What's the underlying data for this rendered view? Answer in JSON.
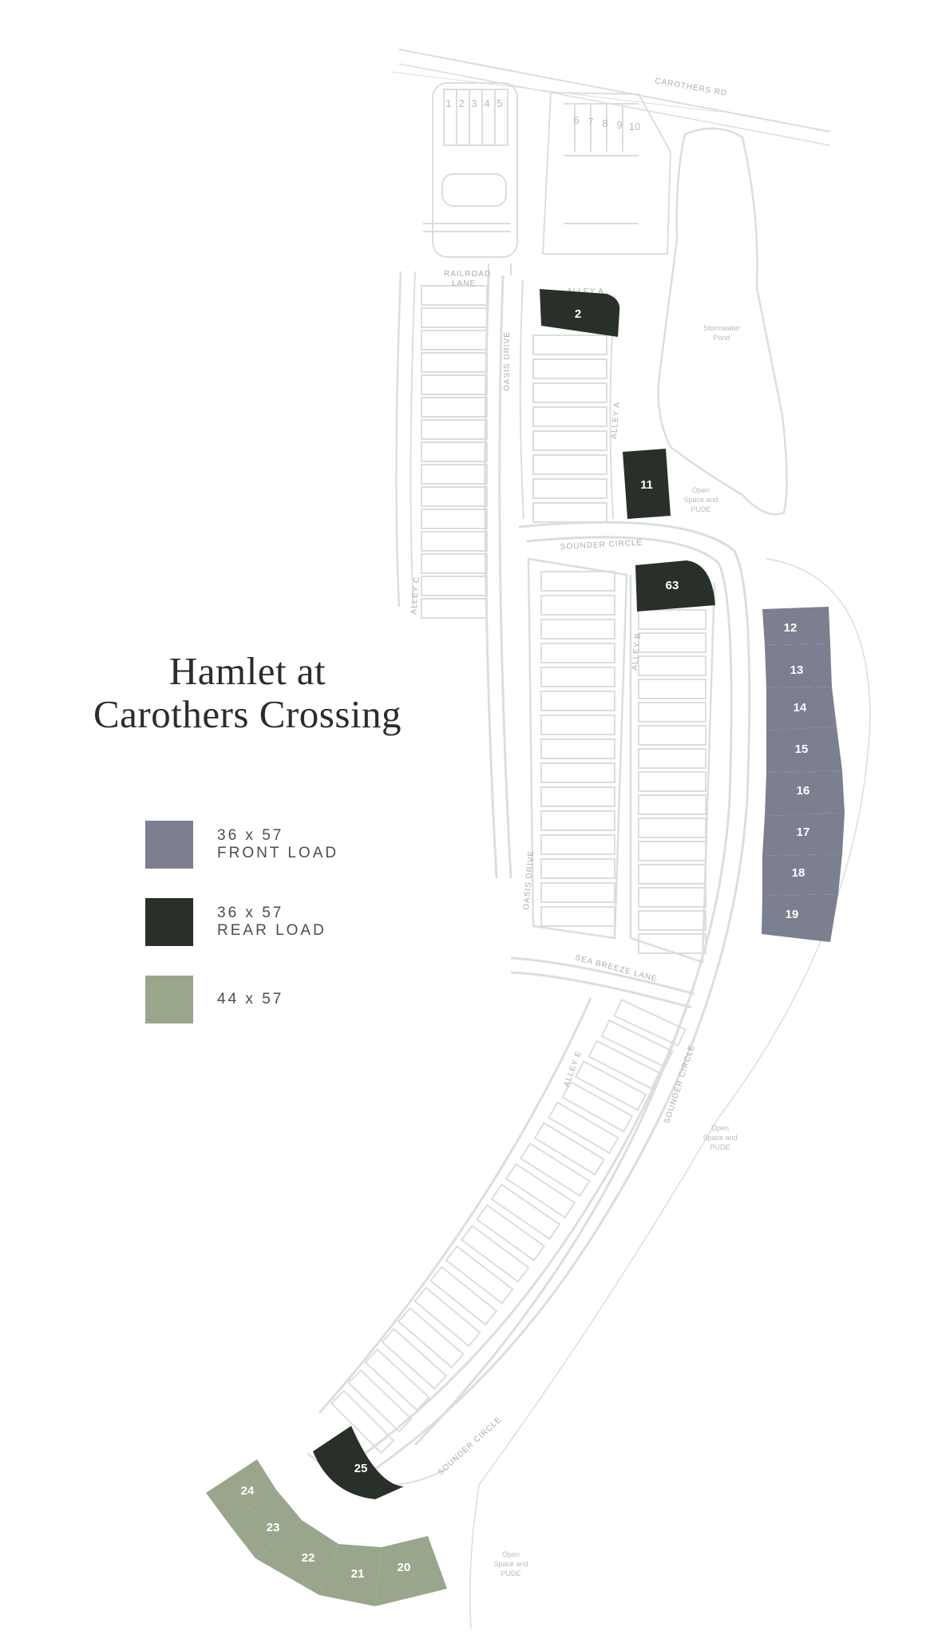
{
  "map": {
    "title_line1": "Hamlet at",
    "title_line2": "Carothers Crossing",
    "colors": {
      "front_load": "#7b7f8f",
      "rear_load": "#283029",
      "wide": "#9aa68c",
      "outline": "#d8dada"
    },
    "legend": [
      {
        "line1": "36 x 57",
        "line2": "FRONT LOAD",
        "color": "#7b7f8f"
      },
      {
        "line1": "36 x 57",
        "line2": "REAR LOAD",
        "color": "#283029"
      },
      {
        "line1": "44 x 57",
        "line2": "",
        "color": "#9aa68c"
      }
    ],
    "streets": {
      "carothers_rd": "CAROTHERS RD",
      "railroad_lane_1": "RAILROAD",
      "railroad_lane_2": "LANE",
      "oasis_drive_north": "OASIS DRIVE",
      "oasis_drive_south": "OASIS DRIVE",
      "alley_a_top": "ALLEY A",
      "alley_a": "ALLEY A",
      "alley_b": "ALLEY B",
      "alley_c": "ALLEY C",
      "alley_e": "ALLEY E",
      "sounder_circle_top": "SOUNDER CIRCLE",
      "sounder_circle_east": "SOUNDER CIRCLE",
      "sounder_circle_south": "SOUNDER CIRCLE",
      "sea_breeze_lane": "SEA BREEZE LANE"
    },
    "areas": {
      "stormwater_1": "Stormwater",
      "stormwater_2": "Pond",
      "open_space_1_l1": "Open",
      "open_space_1_l2": "Space and",
      "open_space_1_l3": "PUDE",
      "open_space_2_l1": "Open",
      "open_space_2_l2": "Space and",
      "open_space_2_l3": "PUDE",
      "open_space_3_l1": "Open",
      "open_space_3_l2": "Space and",
      "open_space_3_l3": "PUDE"
    },
    "parking_numbers_left": [
      "1",
      "2",
      "3",
      "4",
      "5"
    ],
    "parking_numbers_right": [
      "6",
      "7",
      "8",
      "9",
      "10"
    ],
    "front_load_lots": [
      "12",
      "13",
      "14",
      "15",
      "16",
      "17",
      "18",
      "19"
    ],
    "rear_load_lots": [
      "2",
      "11",
      "63",
      "25"
    ],
    "wide_lots": [
      "24",
      "23",
      "22",
      "21",
      "20"
    ]
  }
}
